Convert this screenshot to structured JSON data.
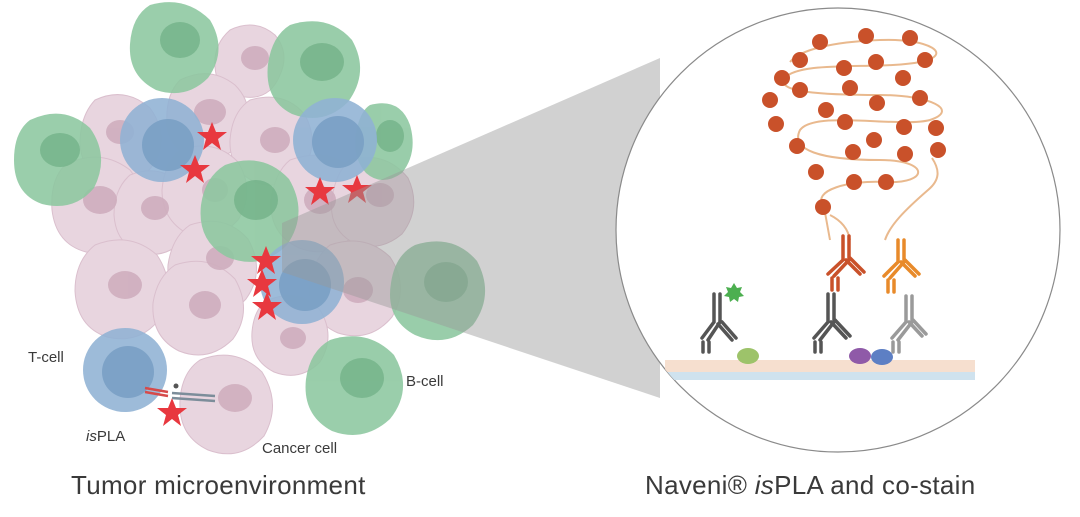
{
  "labels": {
    "t_cell": "T-cell",
    "b_cell": "B-cell",
    "cancer_cell": "Cancer cell",
    "ispla_prefix": "is",
    "ispla_suffix": "PLA"
  },
  "captions": {
    "left": "Tumor microenvironment",
    "right_prefix": "Naveni® ",
    "right_italic": "is",
    "right_suffix": "PLA and co-stain"
  },
  "colors": {
    "cancer": "#e7d3de",
    "cancer_nucleus": "#cfaebe",
    "t_cell": "#8fb2d4",
    "t_nucleus": "#7aa0c4",
    "b_cell": "#8cc79f",
    "b_nucleus": "#76b48b",
    "star": "#e8383f",
    "bead": "#c9512a",
    "dna": "#e9b98e",
    "antibody_red": "#c9512a",
    "antibody_orange": "#e88a2a",
    "antibody_dark": "#555555",
    "antibody_grey": "#9a9a9a",
    "slide": "#f6dfcf",
    "slide_base": "#cfe2ee"
  }
}
